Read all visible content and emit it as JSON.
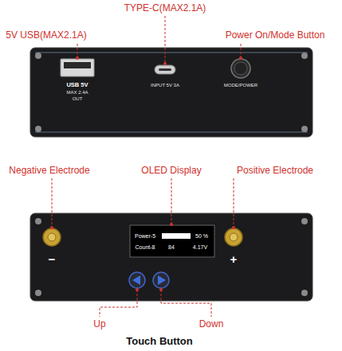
{
  "diagram": {
    "labels": [
      "TYPE-C(MAX2.1A)",
      "5V USB(MAX2.1A)",
      "Power On/Mode Button",
      "USB 5V",
      "MAX 2.4A",
      "OUT",
      "INPUT 5V 3A",
      "MODE/POWER",
      "Negative Electrode",
      "OLED Display",
      "Positive Electrode",
      "Power-5",
      "50 %",
      "Count-8",
      "84",
      "4.17V",
      "−",
      "+",
      "Up",
      "Down",
      "Touch Button"
    ]
  }
}
